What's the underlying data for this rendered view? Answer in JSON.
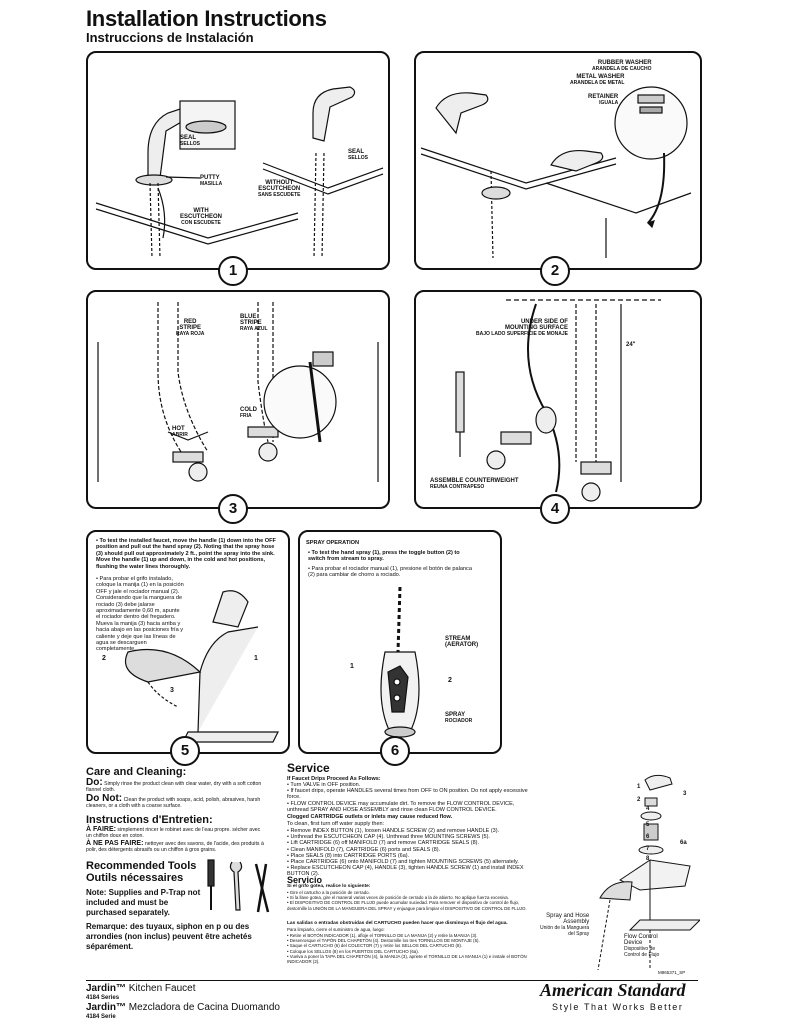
{
  "header": {
    "title": "Installation Instructions",
    "subtitle": "Instruccions de Instalación"
  },
  "step1": {
    "number": "1",
    "seal_a": "SEAL",
    "seal_a_es": "SELLOS",
    "seal_b": "SEAL",
    "seal_b_es": "SELLOS",
    "putty": "PUTTY",
    "putty_es": "MASILLA",
    "without": "WITHOUT",
    "without2": "ESCUTCHEON",
    "without_es": "SANS ESCUDETE",
    "with": "WITH",
    "with2": "ESCUTCHEON",
    "with_es": "CON ESCUDETE"
  },
  "step2": {
    "number": "2",
    "rubber": "RUBBER WASHER",
    "rubber_es": "ARANDELA DE CAUCHO",
    "metal": "METAL WASHER",
    "metal_es": "ARANDELA DE METAL",
    "retainer": "RETAINER",
    "retainer_es": "IGUALA"
  },
  "step3": {
    "number": "3",
    "red": "RED",
    "red2": "STRIPE",
    "red_es": "RAYA ROJA",
    "blue": "BLUE",
    "blue2": "STRIPE",
    "blue_es": "RAYA AZUL",
    "cold": "COLD",
    "cold_es": "FRIA",
    "hot": "HOT",
    "hot_es": "ABRIR"
  },
  "step4": {
    "number": "4",
    "under": "UNDER SIDE OF",
    "under2": "MOUNTING SURFACE",
    "under_es": "BAJO LADO SUPERFICIE DE MONAJE",
    "dim": "24\"",
    "counter": "ASSEMBLE COUNTERWEIGHT",
    "counter_es": "REUNA CONTRAPESO"
  },
  "step5": {
    "number": "5",
    "en": "• To test the installed faucet, move the handle (1) down into the OFF position and pull out the hand spray (2). Noting that the spray hose (3) should pull out approximately 2 ft., point the spray into the sink. Move the handle (1) up and down, in the cold and hot positions, flushing the water lines thoroughly.",
    "es": "• Para probar el grifo instalado, coloque la manija (1) en la posición OFF y jale el rociador manual (2). Considerando que la manguera de rociado (3) debe jalarse aproximadamente 0,60 m, apunte el rociador dentro del fregadero. Mueva la manija (3) hacia arriba y hacia abajo en las posiciones fría y caliente y deje que las líneas de agua se descarguen completamente.",
    "c1": "1",
    "c2": "2",
    "c3": "3"
  },
  "step6": {
    "number": "6",
    "heading": "SPRAY OPERATION",
    "en": "• To test the hand spray (1), press the toggle button (2) to switch from stream to spray.",
    "es": "• Para probar el rociador manual (1), presione el botón de palanca (2) para cambiar de chorro a rociado.",
    "stream": "STREAM",
    "stream2": "(AERATOR)",
    "spray": "SPRAY",
    "spray_es": "ROCIADOR",
    "c1": "1",
    "c2": "2"
  },
  "care": {
    "heading": "Care and Cleaning:",
    "do_label": "Do:",
    "do_text": "Simply rinse the product clean with clear water, dry with a soft cotton flannel cloth.",
    "dont_label": "Do Not:",
    "dont_text": "Clean the product with soaps, acid, polish, abrasives, harsh cleaners, or a cloth with a coarse surface.",
    "fr_heading": "Instructions d'Entretien:",
    "afaire_label": "À FAIRE:",
    "afaire_text": "simplement rincer le robinet avec de l'eau propre. sécher avec un chiffon doux en coton.",
    "anepas_label": "À NE PAS FAIRE:",
    "anepas_text": "nettoyer avec des savons, de l'acide, des produits à polir, des détergents abrasifs ou un chiffon à gros grains.",
    "tools1": "Recommended Tools",
    "tools2": "Outils nécessaires",
    "note": "Note: Supplies and P-Trap not included and must be purchased separately.",
    "remarque": "Remarque: des tuyaux, siphon en p ou des arrondies (non inclus) peuvent être achetés séparément."
  },
  "service": {
    "heading": "Service",
    "drip_head": "If Faucet Drips Proceed As Follows:",
    "drip": [
      "• Turn VALVE in OFF position.",
      "• If faucet drips, operate HANDLES several times from OFF to ON position. Do not apply excessive force.",
      "• FLOW CONTROL DEVICE may accumulate dirt. To remove the FLOW CONTROL DEVICE, unthread SPRAY AND HOSE ASSEMBLY and rinse clean FLOW CONTROL DEVICE."
    ],
    "clog_head": "Clogged CARTRIDGE outlets or inlets may cause reduced flow.",
    "clog_sub": "To clean, first turn off water supply then:",
    "clog": [
      "• Remove INDEX BUTTON (1), loosen HANDLE SCREW (2) and remove HANDLE (3).",
      "• Unthread the ESCUTCHEON CAP (4). Unthread three MOUNTING SCREWS (5).",
      "• Lift CARTRIDGE (6) off MANIFOLD (7) and remove CARTRIDGE SEALS (8).",
      "• Clean MANIFOLD (7), CARTRIDGE (6) ports and SEALS (8).",
      "• Place SEALS (8) into CARTRIDGE PORTS (6a).",
      "• Place CARTRIDGE (6) onto MANIFOLD (7) and tighten MOUNTING SCREWS (5) alternately.",
      "• Replace ESCUTCHEON CAP (4), HANDLE (3), tighten HANDLE SCREW (1) and install INDEX BUTTON (2)."
    ],
    "servicio": "Servicio",
    "es_head": "Si el grifo gotea, realice lo siguiente:",
    "es1": [
      "• Gire el cartucho a la posición de cerrado.",
      "• Si la llave gotea, gire el maneral varias veces de posición de cerrado a la de abierto. No aplique fuerza excesiva.",
      "• El DISPOSITIVO DE CONTROL DE FLUJO puede acumular suciedad. Para remover el dispositivo de control de flujo, destornille la UNIÓN DE LA MANGUERA DEL SPRAY y enjuague para limpiar el DISPOSITIVO DE CONTROL DE FLUJO."
    ],
    "es_head2": "Las salidas o entradas obstruidas del CARTUCHO pueden hacer que disminuya el flujo del agua.",
    "es_sub": "Para limpiarlo, cierre el suministro de agua, luego:",
    "es2": [
      "• Retire el BOTÓN INDICADOR (1), afloje el TORNILLO DE LA MANIJA (2) y retire la MANIJA (3).",
      "• Desenrosque el TAPÓN DEL CHAPETÓN (4). Destornille los tres TORNILLOS DE MONTAJE (5).",
      "• Saque el CARTUCHO (6) del COLECTOR (7) y retire los SELLOS DEL CARTUCHO (8).",
      "• Coloque los SELLOS (8) en los PUERTOS DEL CARTUCHO (6a).",
      "• Vuelva a poner la TAPA DEL CHAPETÓN (4), la MANIJA (3), apriete el TORNILLO DE LA MANIJA (1) e instale el BOTÓN INDICADOR (2)."
    ]
  },
  "parts": {
    "n1": "1",
    "n2": "2",
    "n3": "3",
    "n4": "4",
    "n5": "5",
    "n6": "6",
    "n6a": "6a",
    "n7": "7",
    "n8": "8",
    "spray_hose": "Spray and Hose",
    "spray_hose2": "Assembly",
    "spray_hose_es": "Unión de la Manguera",
    "spray_hose_es2": "del Spray",
    "flow": "Flow Control",
    "flow2": "Device",
    "flow_es": "Dispositivo de",
    "flow_es2": "Control de Flujo",
    "code": "M965371_SP"
  },
  "footer": {
    "line1_brand": "Jardin™",
    "line1_rest": " Kitchen Faucet",
    "series1": "4184 Series",
    "line2_brand": "Jardin™",
    "line2_rest": " Mezcladora de Cacina Duomando",
    "series2": "4184 Serie",
    "brand": "American Standard",
    "tagline": "Style That Works Better"
  }
}
